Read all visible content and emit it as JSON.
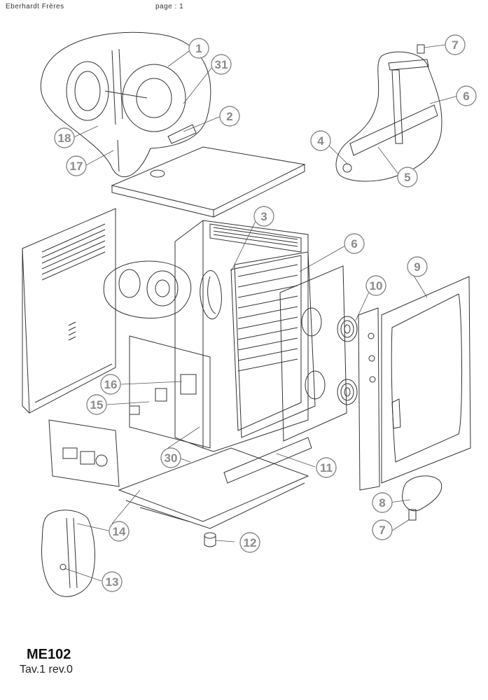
{
  "header": {
    "company": "Eberhardt Frères",
    "page": "page : 1"
  },
  "footer": {
    "model": "ME102",
    "revision": "Tav.1 rev.0"
  },
  "callouts": [
    "1",
    "31",
    "2",
    "18",
    "17",
    "7",
    "6",
    "4",
    "5",
    "3",
    "6",
    "9",
    "10",
    "16",
    "15",
    "30",
    "11",
    "8",
    "7",
    "14",
    "12",
    "13"
  ],
  "colors": {
    "line": "#333333",
    "callout_circle": "#ffffff",
    "callout_stroke": "#8a8a8a",
    "callout_text": "#8a8a8a"
  }
}
